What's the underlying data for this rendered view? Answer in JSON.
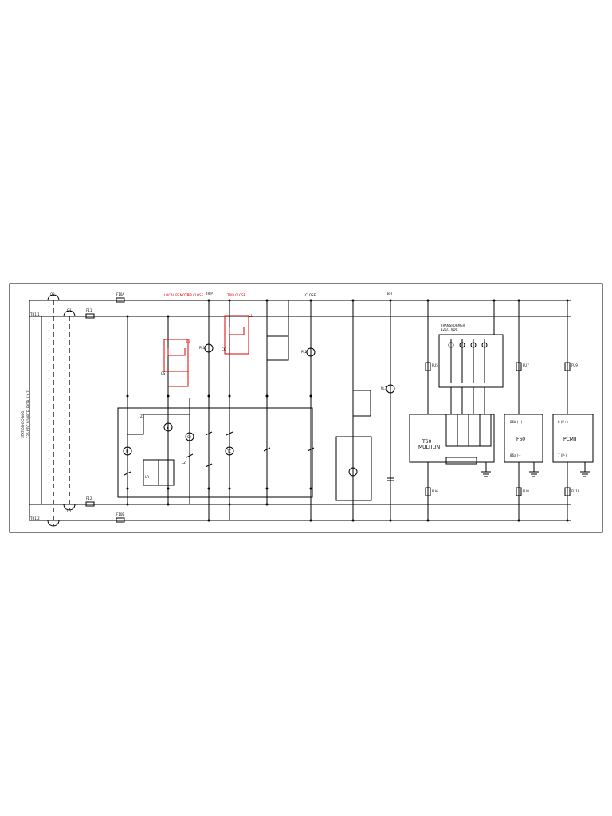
{
  "left_label": {
    "line1": "STATION-DC-NO1",
    "line2": "125 VDC SOURCE: EXTR 3 Y 7"
  },
  "top_column_labels": {
    "local_remote": "LOCAL REMOTE",
    "trip_close_1": "TRIP CLOSE",
    "trip_close_2": "TRIP CLOSE",
    "trip": "TRIP",
    "close": "CLOSE",
    "bfi": "BFI"
  },
  "component_labels": {
    "q2": "Q2",
    "q1_top": "Q1",
    "q1_bottom": "Q1",
    "f10a": "F10A",
    "f10b": "F10B",
    "f11": "F11",
    "f12": "F12",
    "pl1": "PL1",
    "pl2": "PL2",
    "pl3": "PL3",
    "cs": "CS",
    "l1": "L1",
    "l2": "L2",
    "m": "M",
    "tc": "TC",
    "cc": "CC",
    "s2": "S2",
    "lr": "LR",
    "y": "Y",
    "zi": "Z1",
    "tb_top": "TB1-1",
    "tb_bottom": "TB1-2"
  },
  "relay_boxes": {
    "transformer": "TRANSFORMER",
    "transformer_sub": "125/1 VDC",
    "t60_line1": "T60",
    "t60_line2": "MULTILIN",
    "f60": "F60",
    "f60_top": "86b (+)",
    "f60_bottom": "86a (-)",
    "pcmii": "PCMII",
    "pcmii_top": "8 (I/+)",
    "pcmii_bottom": "7 (I/-)"
  },
  "fuse_labels": {
    "fu5": "FU5",
    "fu6": "FU6",
    "fu7": "FU7",
    "fu8": "FU8",
    "fu9": "FU9",
    "fu10": "FU10"
  }
}
